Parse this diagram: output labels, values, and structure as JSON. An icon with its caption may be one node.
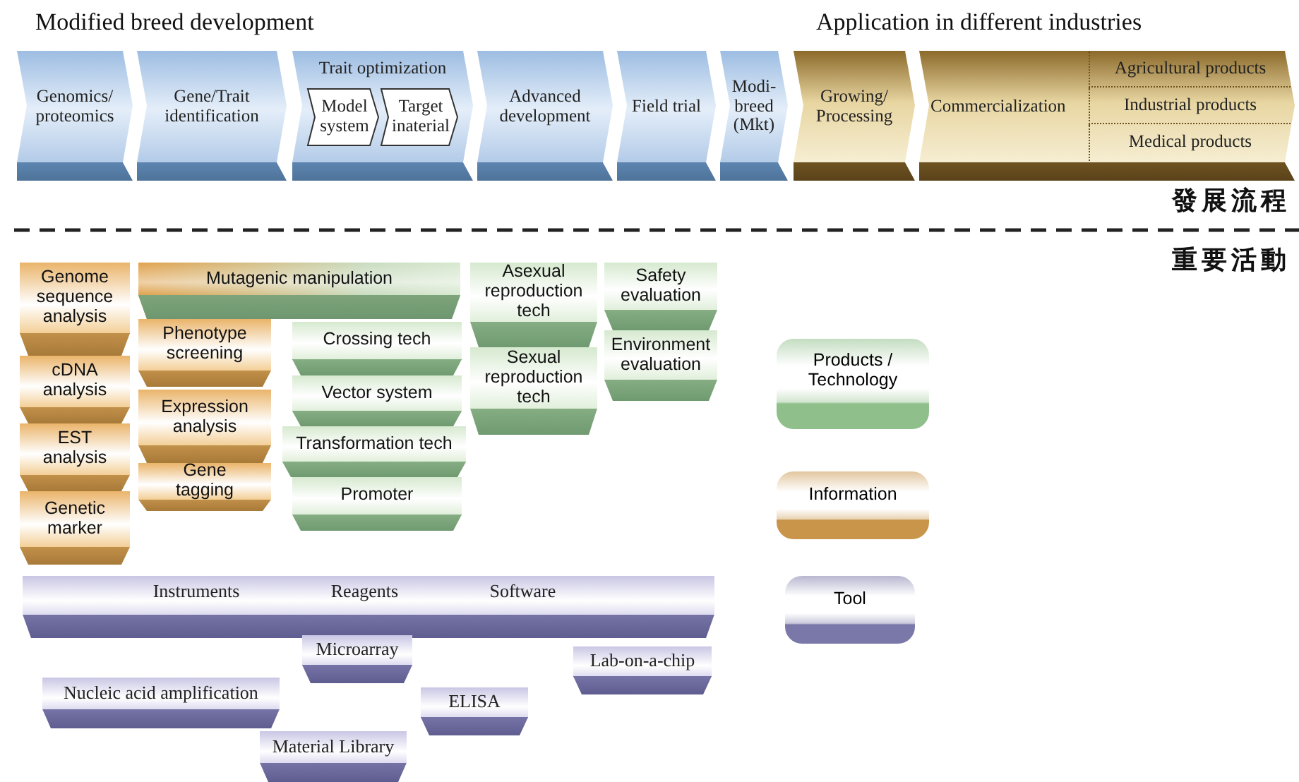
{
  "diagram": {
    "nodes": [
      {
        "text": [
          "Genomics/ proteomics"
        ]
      },
      {
        "text": [
          "Gene/Trait identification"
        ]
      },
      {
        "text": [
          "Trait optimization"
        ]
      },
      {
        "text": [
          "Model system"
        ],
        "in": 2
      },
      {
        "text": [
          "Target inaterial"
        ],
        "in": 2
      },
      {
        "text": [
          "Advanced development"
        ]
      },
      {
        "text": [
          "Field trial"
        ]
      },
      {
        "text": [
          "Modi- breed (Mkt)"
        ]
      },
      {
        "text": [
          "Growing/ Processing"
        ]
      },
      {
        "text": [
          "Commercialization"
        ]
      },
      {
        "text": [
          "Agricultural products"
        ],
        "in": 9
      },
      {
        "text": [
          "Industrial products"
        ],
        "in": 9
      },
      {
        "text": [
          "Medical products"
        ],
        "in": 9
      },
      {
        "text": [
          "Genome sequence analysis"
        ]
      },
      {
        "text": [
          "cDNA analysis"
        ]
      },
      {
        "text": [
          "EST analysis"
        ]
      },
      {
        "text": [
          "Genetic marker"
        ]
      },
      {
        "text": [
          "Mutagenic manipulation"
        ]
      },
      {
        "text": [
          "Phenotype screening"
        ]
      },
      {
        "text": [
          "Expression analysis"
        ]
      },
      {
        "text": [
          "Gene tagging"
        ]
      },
      {
        "text": [
          "Crossing tech"
        ]
      },
      {
        "text": [
          "Vector system"
        ]
      },
      {
        "text": [
          "Transformation tech"
        ]
      },
      {
        "text": [
          "Promoter"
        ]
      },
      {
        "text": [
          "Asexual reproduction tech"
        ]
      },
      {
        "text": [
          "Sexual reproduction tech"
        ]
      },
      {
        "text": [
          "Safety evaluation"
        ]
      },
      {
        "text": [
          "Environment evaluation"
        ]
      },
      {
        "text": [
          "Instruments",
          "Reagents",
          "Software"
        ]
      },
      {
        "text": [
          "Microarray"
        ]
      },
      {
        "text": [
          "Lab-on-a-chip"
        ]
      },
      {
        "text": [
          "Nucleic acid amplification"
        ]
      },
      {
        "text": [
          "ELISA"
        ]
      },
      {
        "text": [
          "Material Library"
        ]
      }
    ],
    "edges": [],
    "labels": [
      "Modified breed development",
      "Application in different industries",
      "發展流程",
      "重要活動"
    ],
    "legend": [
      {
        "text": "Products / Technology",
        "color": "#8fbf8a"
      },
      {
        "text": "Information",
        "color": "#c8954a"
      },
      {
        "text": "Tool",
        "color": "#7a78a8"
      }
    ]
  }
}
